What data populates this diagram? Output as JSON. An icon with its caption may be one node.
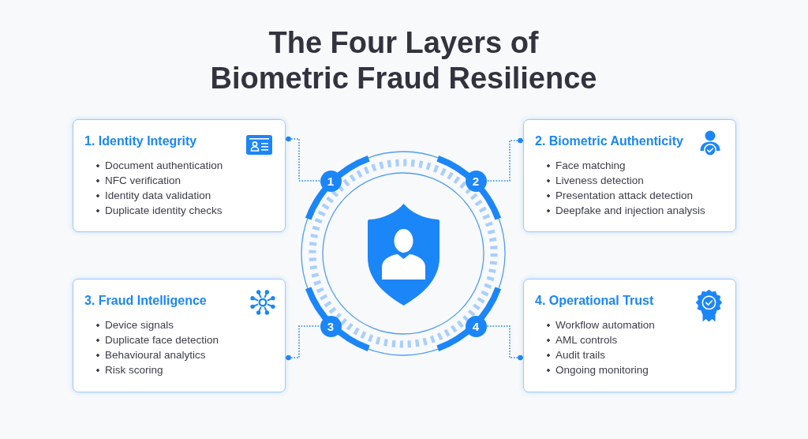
{
  "diagram": {
    "title": "The Four Layers of Biometric Fraud Resilience",
    "nodes": [
      {
        "text": [
          "1. Identity Integrity",
          "Document authentication",
          "NFC verification",
          "Identity data validation",
          "Duplicate identity checks"
        ]
      },
      {
        "text": [
          "2. Biometric Authenticity",
          "Face matching",
          "Liveness detection",
          "Presentation attack detection",
          "Deepfake and injection analysis"
        ]
      },
      {
        "text": [
          "3. Fraud Intelligence",
          "Device signals",
          "Duplicate face detection",
          "Behavioural analytics",
          "Risk scoring"
        ]
      },
      {
        "text": [
          "4. Operational Trust",
          "Workflow automation",
          "AML controls",
          "Audit trails",
          "Ongoing monitoring"
        ]
      },
      {
        "text": [
          "1"
        ]
      },
      {
        "text": [
          "2"
        ]
      },
      {
        "text": [
          "3"
        ]
      },
      {
        "text": [
          "4"
        ]
      }
    ],
    "edges": [
      {
        "from": 0,
        "to": 4,
        "arrow": "other",
        "style": "dashed"
      },
      {
        "from": 1,
        "to": 5,
        "arrow": "other",
        "style": "dashed"
      },
      {
        "from": 2,
        "to": 6,
        "arrow": "other",
        "style": "dashed"
      },
      {
        "from": 3,
        "to": 7,
        "arrow": "other",
        "style": "dashed"
      }
    ]
  }
}
